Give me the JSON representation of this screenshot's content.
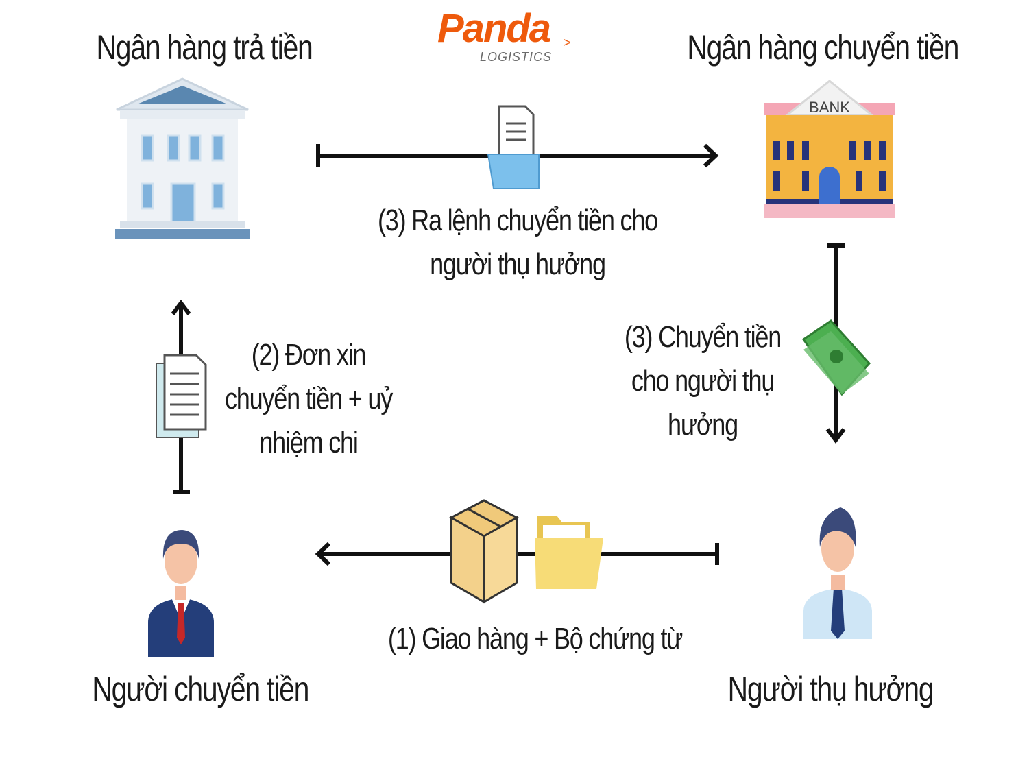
{
  "logo": {
    "brand": "Panda",
    "sub": "LOGISTICS",
    "chevron": ">"
  },
  "nodes": {
    "paying_bank": "Ngân hàng trả tiền",
    "remitting_bank": "Ngân hàng chuyển tiền",
    "remitter": "Người chuyển tiền",
    "beneficiary": "Người thụ hưởng"
  },
  "bank_sign": "BANK",
  "steps": {
    "step3_order_l1": "(3) Ra lệnh chuyển tiền cho",
    "step3_order_l2": "người thụ hưởng",
    "step2_l1": "(2) Đơn xin",
    "step2_l2": "chuyển tiền + uỷ",
    "step2_l3": "nhiệm chi",
    "step3_transfer_l1": "(3) Chuyển tiền",
    "step3_transfer_l2": "cho người thụ",
    "step3_transfer_l3": "hưởng",
    "step1": "(1) Giao hàng + Bộ chứng từ"
  },
  "colors": {
    "accent": "#ee5a0c",
    "arrow": "#111111"
  }
}
